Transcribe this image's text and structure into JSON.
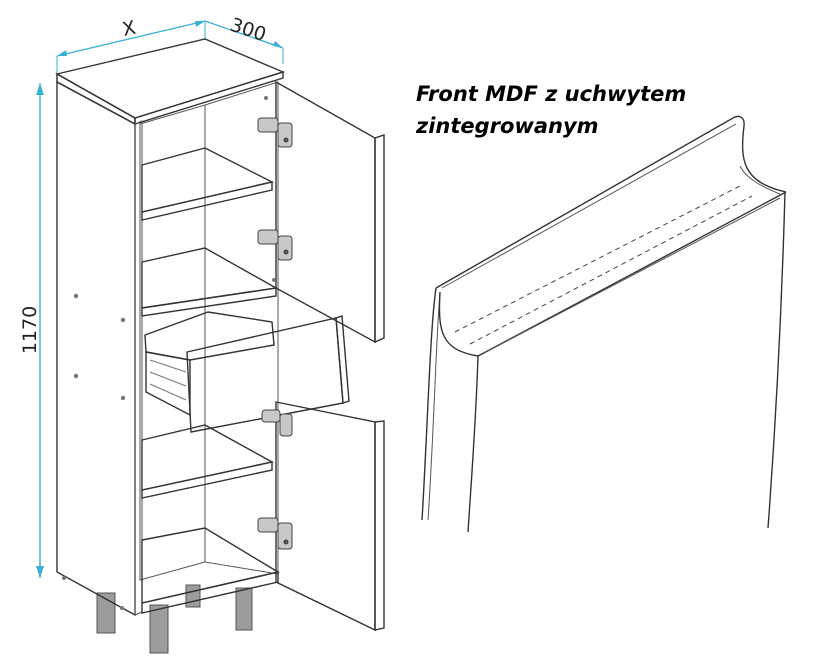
{
  "caption": {
    "line1": "Front MDF z uchwytem",
    "line2": "zintegrowanym"
  },
  "dimensions": {
    "width_label": "X",
    "depth_label": "300",
    "height_label": "1170"
  },
  "colors": {
    "dimension_line": "#3bb0d6",
    "outline": "#333333",
    "panel_white": "#ffffff",
    "panel_shade": "#e6e6e6",
    "shelf_shade": "#d9d9d9",
    "metal": "#9c9c9c"
  }
}
